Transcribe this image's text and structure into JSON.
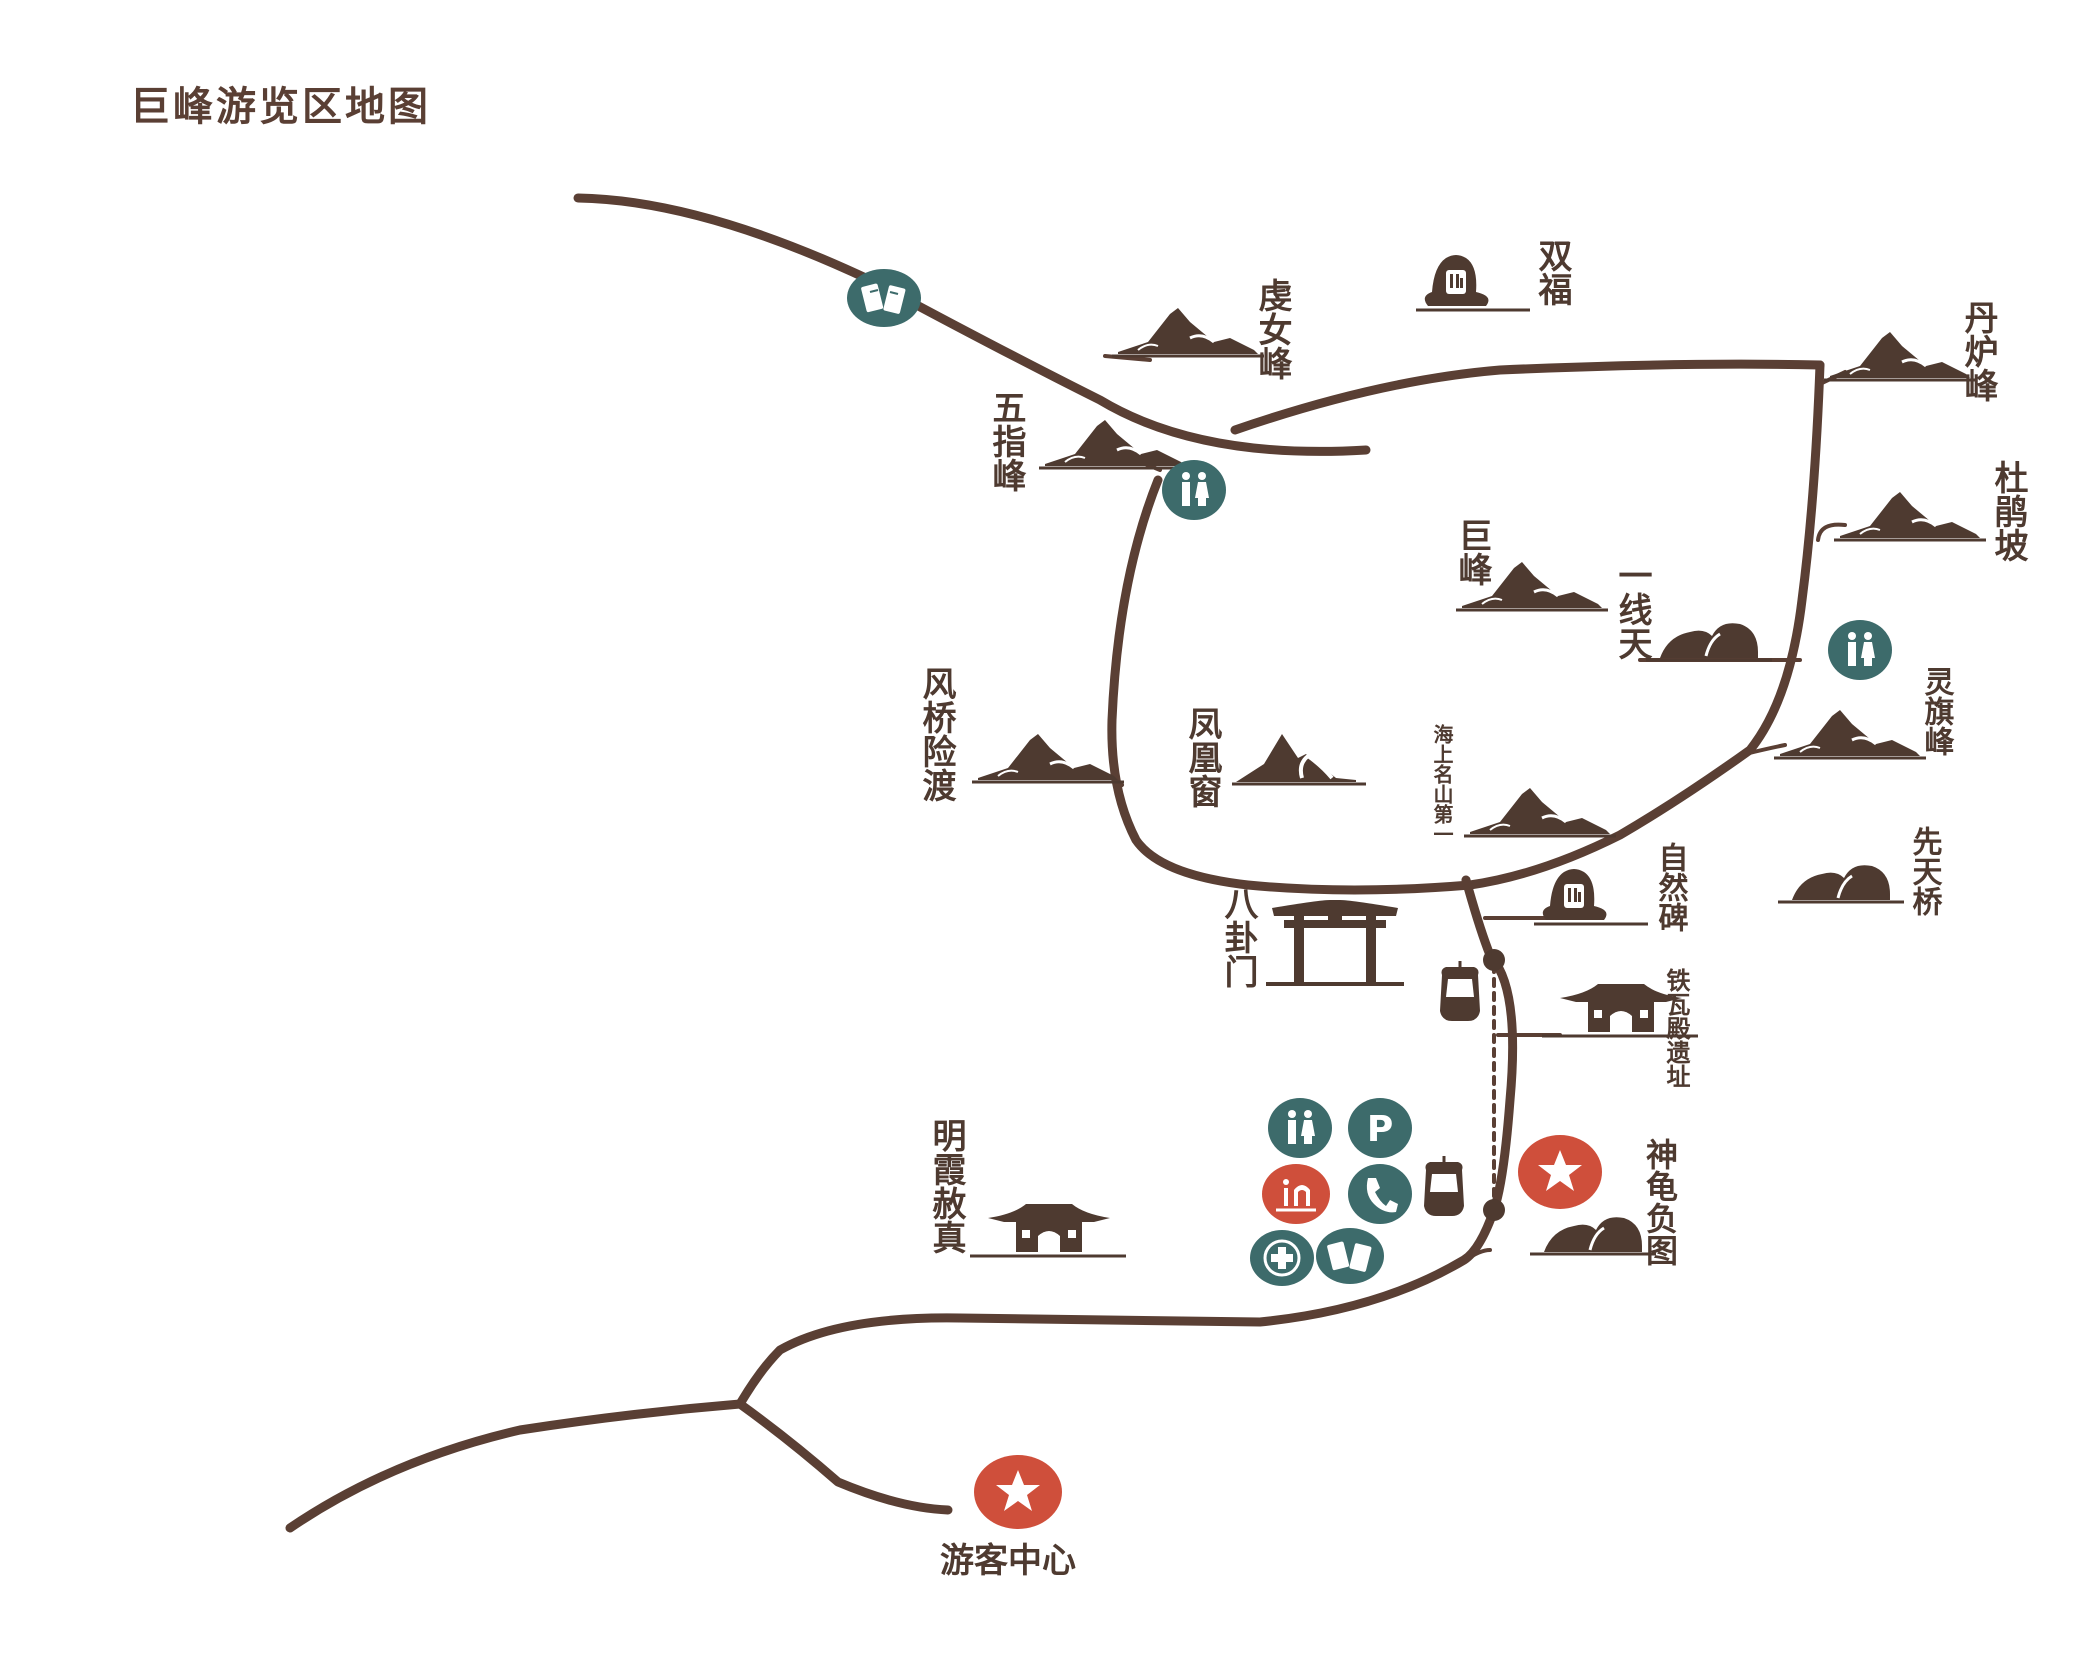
{
  "title": "巨峰游览区地图",
  "colors": {
    "road": "#5a3f34",
    "teal": "#3d6b6b",
    "red": "#cf4f3b",
    "text": "#4e3a30",
    "background": "#ffffff"
  },
  "labels": {
    "yunv": "虔女峰",
    "shuangfu": "双福",
    "danlu": "丹炉峰",
    "wuzhi": "五指峰",
    "dujuan": "杜鹃坡",
    "jufeng": "巨峰",
    "yixiantian": "一线天",
    "lingqi": "灵旗峰",
    "fengqiao": "风桥险渡",
    "fenghuang": "凤凰窗",
    "haishang": "海上名山第一",
    "ziranbei": "自然碑",
    "xiantian": "先天桥",
    "bagua": "八卦门",
    "tiewa": "铁瓦殿遗址",
    "minxia": "明霞赦真",
    "shengui": "神龟负图",
    "visitor": "游客中心"
  },
  "icons": [
    "ticket-icon",
    "restroom-icon",
    "parking-icon",
    "info-icon",
    "phone-icon",
    "first-aid-icon",
    "star-icon",
    "cable-car-icon",
    "mountain-icon",
    "rock-icon",
    "stone-tablet-icon",
    "temple-icon",
    "gate-icon"
  ]
}
